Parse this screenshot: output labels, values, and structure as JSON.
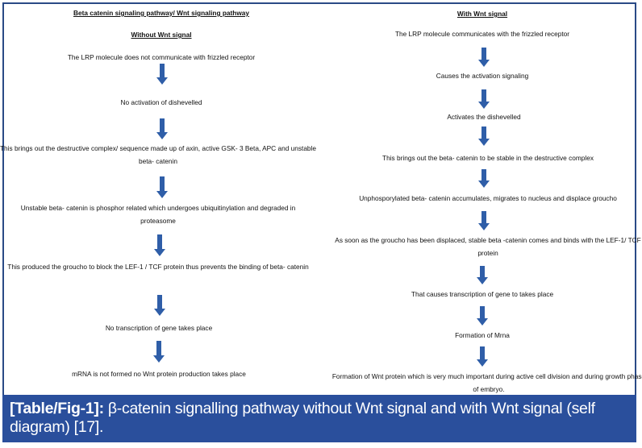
{
  "diagram": {
    "title": "Beta catenin signaling pathway/ Wnt signaling pathway",
    "arrow_color": "#2f5ea8",
    "left": {
      "heading": "Without Wnt signal",
      "steps": [
        "The LRP molecule does not communicate with frizzled receptor",
        "No activation of dishevelled",
        "This brings out the destructive complex/ sequence made up of axin, active GSK- 3 Beta, APC and unstable beta- catenin",
        "Unstable beta- catenin is phosphor related which undergoes ubiquitinylation and degraded in proteasome",
        "This produced the groucho to block the LEF-1 / TCF protein thus prevents the binding of beta- catenin",
        "No transcription of gene takes place",
        "mRNA is not formed no Wnt protein production takes place"
      ]
    },
    "right": {
      "heading": "With Wnt signal",
      "steps": [
        "The LRP molecule communicates with the frizzled receptor",
        "Causes the activation signaling",
        "Activates the dishevelled",
        "This brings out the beta- catenin to be stable in the destructive complex",
        "Unphosporylated beta- catenin accumulates, migrates to nucleus and displace groucho",
        "As soon as the groucho has been displaced, stable beta -catenin comes and binds with the LEF-1/ TCF protein",
        "That causes transcription of gene to takes place",
        "Formation of Mrna",
        "Formation of Wnt protein which is very much important during active cell division and during growth phase of embryo."
      ]
    }
  },
  "caption": {
    "label": "[Table/Fig-1]:",
    "text": " β-catenin signalling pathway without Wnt signal and with Wnt signal (self diagram) [17].",
    "background": "#2a4f9c"
  }
}
